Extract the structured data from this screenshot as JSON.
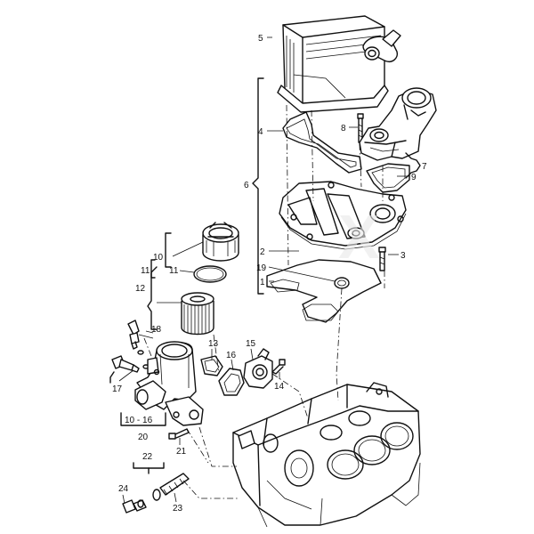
{
  "callouts": {
    "c1": "1",
    "c2": "2",
    "c3": "3",
    "c4": "4",
    "c5": "5",
    "c6": "6",
    "c7": "7",
    "c8": "8",
    "c9": "9",
    "c10": "10",
    "c11a": "11",
    "c11b": "11",
    "c12": "12",
    "c13": "13",
    "c14": "14",
    "c15": "15",
    "c16": "16",
    "c17": "17",
    "c18": "18",
    "c19": "19",
    "c1016": "10 - 16",
    "c20": "20",
    "c21": "21",
    "c22": "22",
    "c23": "23",
    "c24": "24"
  }
}
